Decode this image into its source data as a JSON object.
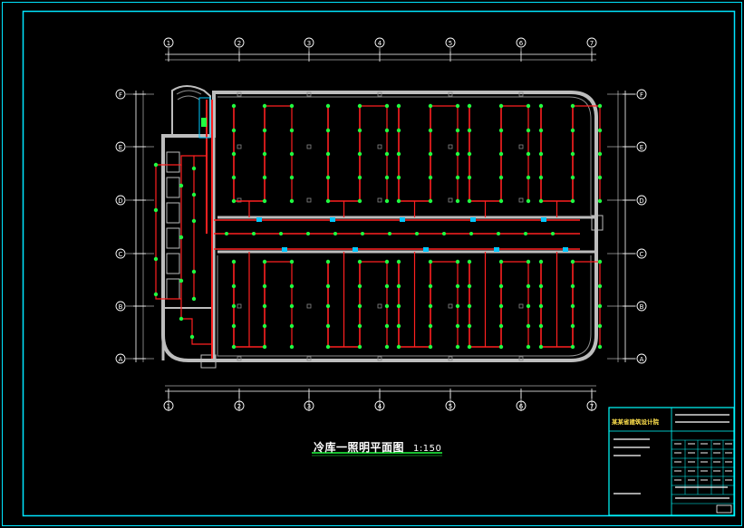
{
  "drawing": {
    "title": "冷库一照明平面图",
    "scale": "1:150"
  },
  "title_block": {
    "designer_name": "某某省建筑设计院"
  },
  "axis_labels": {
    "columns": [
      "1",
      "2",
      "3",
      "4",
      "5",
      "6",
      "7"
    ],
    "rows": [
      "F",
      "E",
      "D",
      "C",
      "B",
      "A"
    ]
  },
  "colors": {
    "background": "#000000",
    "frame": "#00ffff",
    "wall": "#c8c8c8",
    "circuit": "#ff2020",
    "fixture": "#20ff40",
    "dimension": "#ffffff",
    "panel": "#00c8ff"
  }
}
